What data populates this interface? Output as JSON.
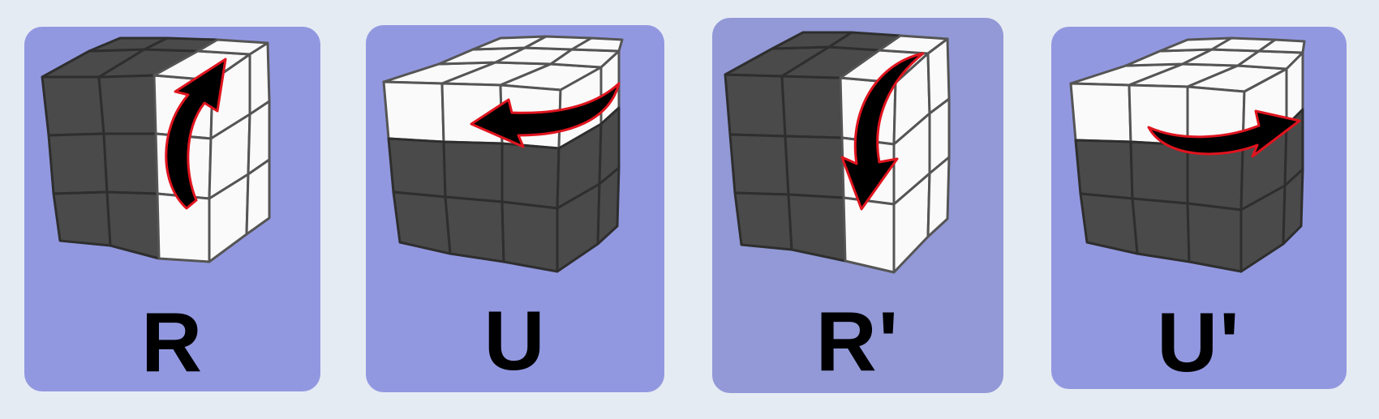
{
  "moves": [
    {
      "label": "R",
      "card_color": "#9298e0",
      "highlight": "right-column",
      "arrow": "up"
    },
    {
      "label": "U",
      "card_color": "#9298e0",
      "highlight": "top-row",
      "arrow": "left"
    },
    {
      "label": "R'",
      "card_color": "#9299d6",
      "highlight": "right-column",
      "arrow": "down"
    },
    {
      "label": "U'",
      "card_color": "#9298e0",
      "highlight": "top-row",
      "arrow": "right"
    }
  ],
  "colors": {
    "background": "#e5ebf3",
    "dark_sticker": "#4a4a4a",
    "white_sticker": "#fafafa",
    "arrow_fill": "#000000",
    "arrow_outline": "#e0141e"
  }
}
